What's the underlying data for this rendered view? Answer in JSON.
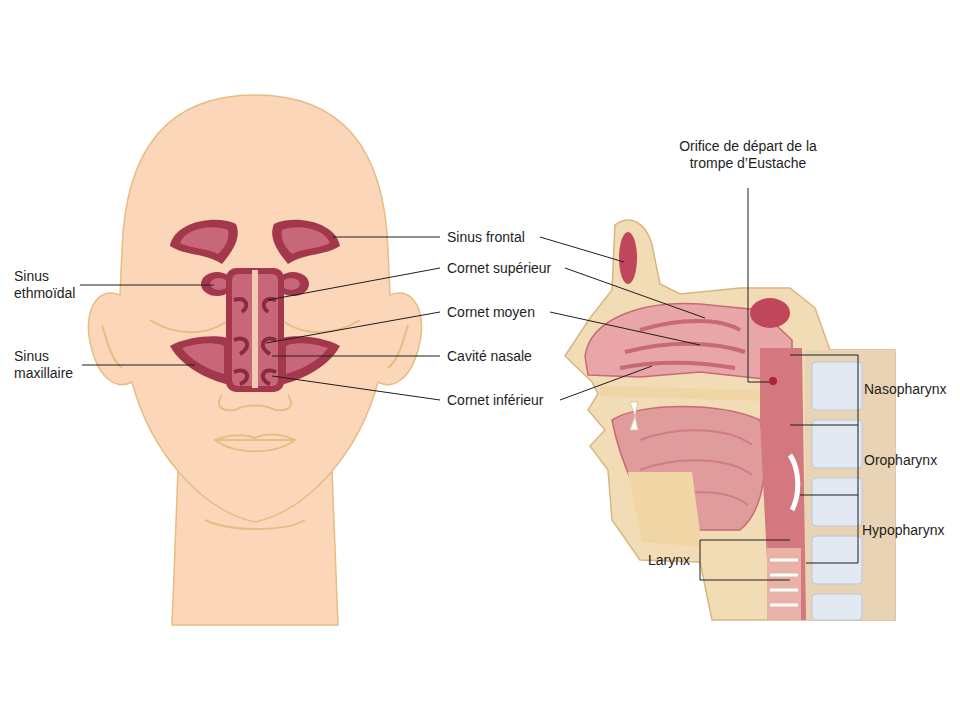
{
  "diagram": {
    "labels": [
      "Orifice de départ de la trompe d’Eustache",
      "Sinus frontal",
      "Sinus ethmoïdal",
      "Cornet supérieur",
      "Cornet moyen",
      "Sinus maxillaire",
      "Cavité nasale",
      "Cornet inférieur",
      "Nasopharynx",
      "Oropharynx",
      "Hypopharynx",
      "Larynx"
    ]
  }
}
